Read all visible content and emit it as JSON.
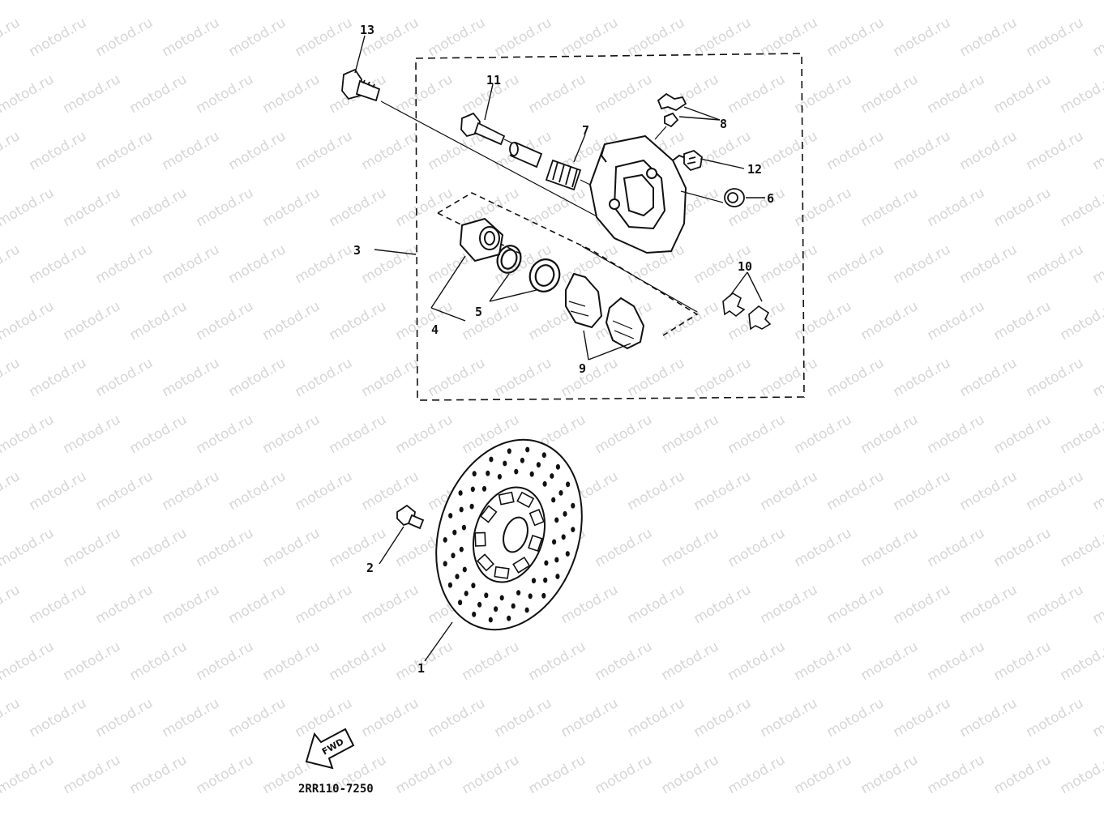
{
  "diagram": {
    "watermark": "motod.ru",
    "part_number": "2RR110-7250",
    "direction_label": "FWD",
    "callouts": [
      {
        "id": "1",
        "label": "1"
      },
      {
        "id": "2",
        "label": "2"
      },
      {
        "id": "3",
        "label": "3"
      },
      {
        "id": "4",
        "label": "4"
      },
      {
        "id": "5",
        "label": "5"
      },
      {
        "id": "6",
        "label": "6"
      },
      {
        "id": "7",
        "label": "7"
      },
      {
        "id": "8",
        "label": "8"
      },
      {
        "id": "9",
        "label": "9"
      },
      {
        "id": "10",
        "label": "10"
      },
      {
        "id": "11",
        "label": "11"
      },
      {
        "id": "12",
        "label": "12"
      },
      {
        "id": "13",
        "label": "13"
      }
    ],
    "colors": {
      "line": "#111111",
      "watermark": "#d6d6d6",
      "background": "#ffffff"
    }
  }
}
